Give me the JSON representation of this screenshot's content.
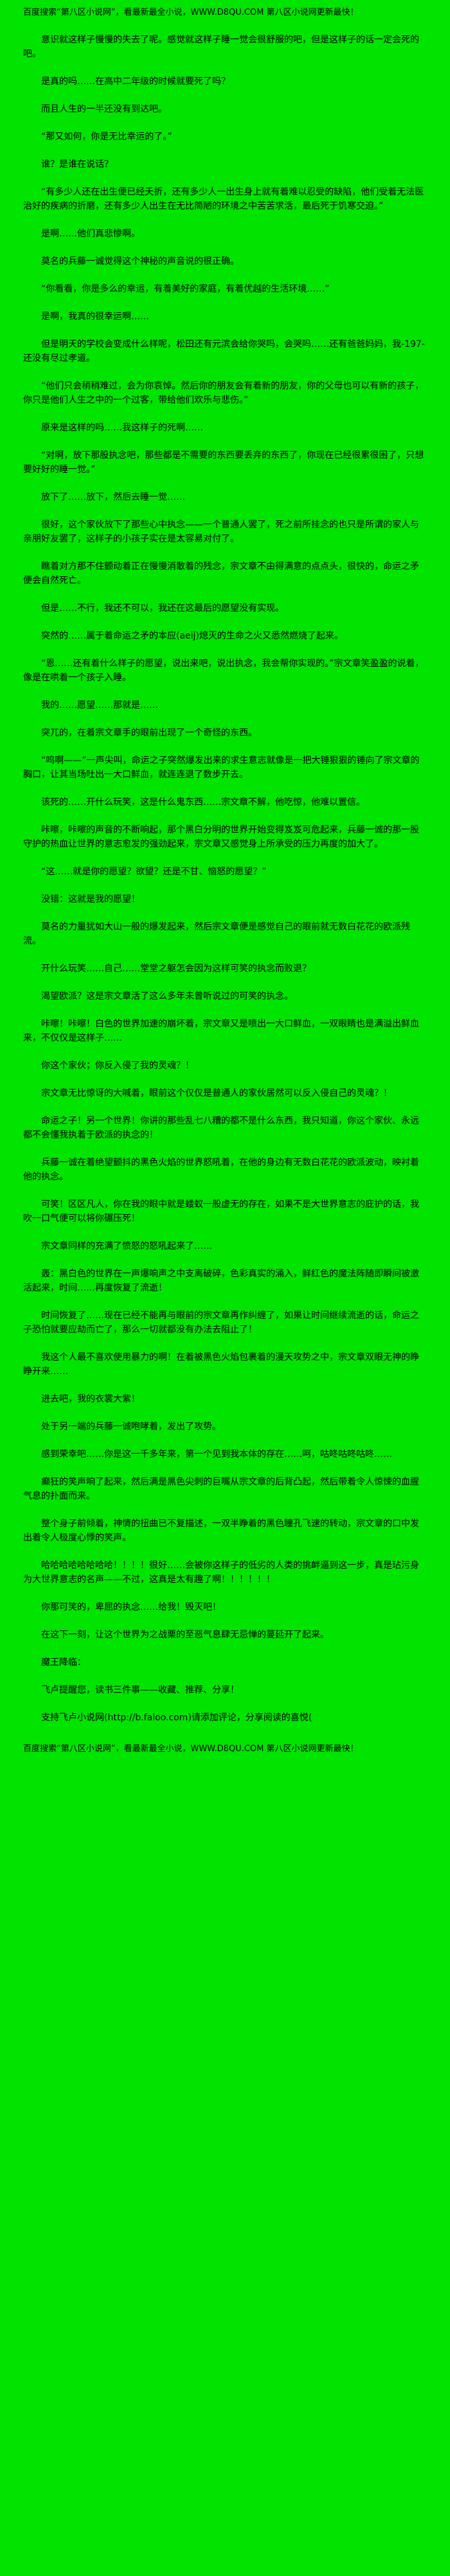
{
  "page": {
    "bg_color": "#00e400",
    "text_color": "#000000"
  },
  "promo": {
    "top": "百度搜索“第八区小说网”，看最新最全小说，WWW.D8QU.COM  第八区小说网更新最快！",
    "bottom": "百度搜索“第八区小说网”，看最新最全小说，WWW.D8QU.COM  第八区小说网更新最快！"
  },
  "content": {
    "paragraphs": [
      "意识就这样子慢慢的失去了呢。感觉就这样子睡一觉会很舒服的吧，但是这样子的话一定会死的吧。",
      "是真的吗……在高中二年级的时候就要死了吗？",
      "而且人生的一半还没有到达吧。",
      "“那又如何，你是无比幸运的了。”",
      "谁？是谁在说话？",
      "“有多少人还在出生便已经夭折，还有多少人一出生身上就有着难以忍受的缺陷，他们受着无法医治好的疾病的折磨，还有多少人出生在无比简陋的环境之中苦苦求活，最后死于饥寒交迫。”",
      "是啊……他们真悲惨啊。",
      "莫名的兵藤一诚觉得这个神秘的声音说的很正确。",
      "“你看看，你是多么的幸运，有着美好的家庭，有着优越的生活环境……”",
      "是啊，我真的很幸运啊……",
      "但是明天的学校会变成什么样呢，松田还有元滨会给你哭吗，会哭吗……还有爸爸妈妈，我-197-还没有尽过孝道。",
      "“他们只会稍稍难过，会为你哀悼。然后你的朋友会有着新的朋友，你的父母也可以有新的孩子，你只是他们人生之中的一个过客，带给他们欢乐与悲伤。”",
      "原来是这样的吗……我这样子的死啊……",
      "“对啊，放下那股执念吧，那些都是不需要的东西要丢弃的东西了，你现在已经很累很困了，只想要好好的睡一觉。”",
      "放下了……放下，然后去睡一觉……",
      "很好，这个家伙放下了那些心中执念——一个普通人罢了，死之前所挂念的也只是所谓的家人与亲朋好友罢了，这样子的小孩子实在是太容易对付了。",
      "瞧着对方那不住颤动着正在慢慢消散着的残念，宗文章不由得满意的点点头，很快的，命运之矛便会自然死亡。",
      "但是……不行，我还不可以，我还在这最后的愿望没有实现。",
      "突然的……属于着命运之矛的本应(aeij)熄灭的生命之火又悉然燃烧了起来。",
      "“恩……还有着什么样子的愿望，说出来吧，说出执念，我会帮你实现的。”宗文章笑盈盈的说着，像是在哄着一个孩子入睡。",
      "我的……愿望……那就是……",
      "突兀的，在着宗文章手的眼前出现了一个奇怪的东西。",
      "“呜啊——”一声尖叫，命运之子突然爆发出来的求生意志就像是一把大锤狠狠的锤向了宗文章的胸口，让其当场吐出一大口鲜血，就连连退了数步开去。",
      "该死的……开什么玩笑，这是什么鬼东西……宗文章不解，他吃惊，他难以置信。",
      "咔嚓，咔嚓的声音的不断响起，那个黑白分明的世界开始变得岌岌可危起来，兵藤一诚的那一股守护的热血让世界的意志愈发的强劲起来，宗文章又感觉身上所承受的压力再度的加大了。",
      "“这……就是你的愿望？欲望？还是不甘、恼怒的愿望？”",
      "没错：这就是我的愿望！",
      "莫名的力量犹如大山一般的爆发起来，然后宗文章便是感觉自己的眼前就无数白花花的欧派残流。",
      "开什么玩笑……自己……堂堂之躯怎会因为这样可笑的执念而败退？",
      "渴望欧派？这是宗文章活了这么多年未曾听说过的可笑的执念。",
      "咔嚓！咔嚓！白色的世界加速的崩坏着，宗文章又是喷出一大口鲜血，一双眼睛也是满溢出鲜血来，不仅仅是这样子……",
      "你这个家伙；你反入侵了我的灵魂？！",
      "宗文章无比惊讶的大喊着，眼前这个仅仅是普通人的家伙居然可以反入侵自己的灵魂？！",
      "命运之子！另一个世界！你讲的那些乱七八糟的都不是什么东西，我只知道，你这个家伙、永远都不会懂我执着于欧派的执念的！",
      "兵藤一诚在着绝望颤抖的黑色火焰的世界怒吼着，在他的身边有无数白花花的欧派波动，映衬着他的执念。",
      "可笑！区区凡人，你在我的眼中就是蝼蚁一般虚无的存在，如果不是大世界意志的庇护的话，我吹一口气便可以将你碾压死！",
      "宗文章同样的充满了愤怒的怒吼起来了……",
      "轰：黑白色的世界在一声爆响声之中支离破碎，色彩真实的涌入，鲜红色的魔法阵随即瞬间被激活起来，时间……再度恢复了流逝！",
      "时间恢复了……现在已经不能再与眼前的宗文章再作纠缠了，如果让时间继续流逝的话，命运之子恐怕就要应劫而亡了，那么一切就都没有办法去阻止了！",
      "我这个人最不喜欢使用暴力的啊！在着被黑色火焰包裹着的漫天攻势之中，宗文章双眼无神的睁睁开来……",
      "进去吧，我的衣裳大紫！",
      "处于另一端的兵藤一诚咆哮着，发出了攻势。",
      "感到荣幸吧……你是这一千多年来，第一个见到我本体的存在……呵，咕咚咕咚咕咚……",
      "癫狂的笑声响了起来，然后满是黑色尖刺的巨嘴从宗文章的后背凸起，然后带着令人惊悚的血腥气息的扑面而来。",
      "整个身子前倾着，神情的扭曲已不复描述，一双半睁着的黑色瞳孔飞速的转动，宗文章的口中发出着令人极度心悸的笑声。",
      "哈哈哈哈哈哈哈哈！！！！很好……会被你这样子的低劣的人类的挑衅逼到这一步，真是玷污身为大世界意志的名声——不过，这真是太有趣了啊！！！！！！",
      "你那可笑的，卑屈的执念……给我！毁灭吧！",
      "在这下一刻，让这个世界为之战栗的至恶气息肆无忌惮的蔓延开了起来。",
      "魔王降临：",
      "飞卢提醒您，读书三件事——收藏、推荐、分享！",
      "支持飞卢小说网(http://b.faloo.com)请添加评论，分享阅读的喜悦("
    ]
  }
}
